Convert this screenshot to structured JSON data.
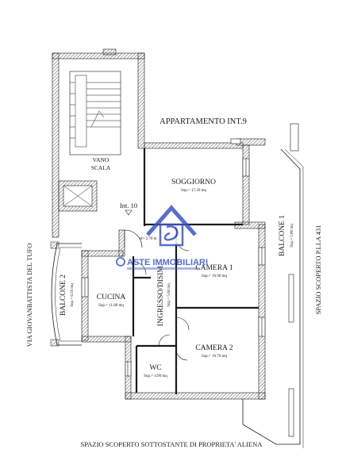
{
  "header": {
    "title": "APPARTAMENTO INT.9"
  },
  "streets": {
    "left": "VIA GIOVANBATTISTA DEL TUFO",
    "right": "SPAZIO SCOPERTO P.LLA 431",
    "bottom": "SPAZIO SCOPERTO SOTTOSTANTE DI PROPRIETA' ALIENA"
  },
  "stair": {
    "label_line1": "VANO",
    "label_line2": "SCALA",
    "interior": "Int. 10"
  },
  "rooms": {
    "soggiorno": {
      "name": "SOGGIORNO",
      "area": "Sup.= 17.20 mq"
    },
    "camera1": {
      "name": "CAMERA 1",
      "area": "Sup.= 16.90 mq"
    },
    "camera2": {
      "name": "CAMERA 2",
      "area": "Sup.= 16.70 mq"
    },
    "cucina": {
      "name": "CUCINA",
      "area": "Sup.= 11.80 mq"
    },
    "ingresso": {
      "name": "INGRESSO/DISIM.",
      "area": "Sup.= 5.60 mq"
    },
    "wc": {
      "name": "WC",
      "area": "Sup.= 4.90 mq"
    },
    "balcone1": {
      "name": "BALCONE 1",
      "area": "Sup.= 5.80 mq"
    },
    "balcone2": {
      "name": "BALCONE 2",
      "area": "Sup.= 6.50 mq"
    }
  },
  "height_note": "H= 2.70 m",
  "watermark": {
    "text": "ASTE IMMOBILIARI",
    "brand_color": "#3a55c8"
  },
  "colors": {
    "wall": "#1a1a1a",
    "hatch": "#555555"
  }
}
